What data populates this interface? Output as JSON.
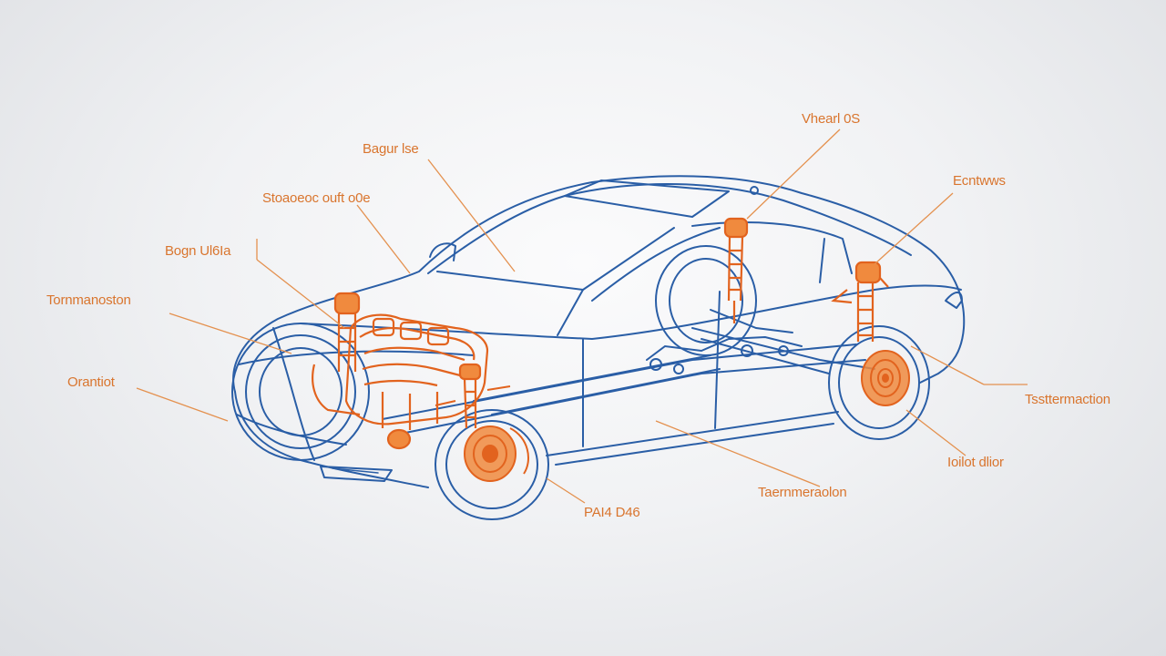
{
  "colors": {
    "outline": "#2a5ea6",
    "outline_light": "#4a7fc4",
    "component": "#e2631e",
    "component_light": "#f08a3e",
    "leader": "#e4914f",
    "label": "#d9752e"
  },
  "callouts": [
    {
      "id": "callout-top-center",
      "text": "Bagur lse"
    },
    {
      "id": "callout-upper-left",
      "text": "Stoaoeoc ouft o0e"
    },
    {
      "id": "callout-left-2",
      "text": "Bogn Ul6Ia"
    },
    {
      "id": "callout-left-3",
      "text": "Tornmanoston"
    },
    {
      "id": "callout-left-4",
      "text": "Orantiot"
    },
    {
      "id": "callout-top-right",
      "text": "Vhearl 0S"
    },
    {
      "id": "callout-right-1",
      "text": "Ecntwws"
    },
    {
      "id": "callout-right-2",
      "text": "Tssttermaction"
    },
    {
      "id": "callout-right-3",
      "text": "Ioilot dlior"
    },
    {
      "id": "callout-bottom-center",
      "text": "Taernmeraolon"
    },
    {
      "id": "callout-bottom-left",
      "text": "PAI4 D46"
    }
  ]
}
